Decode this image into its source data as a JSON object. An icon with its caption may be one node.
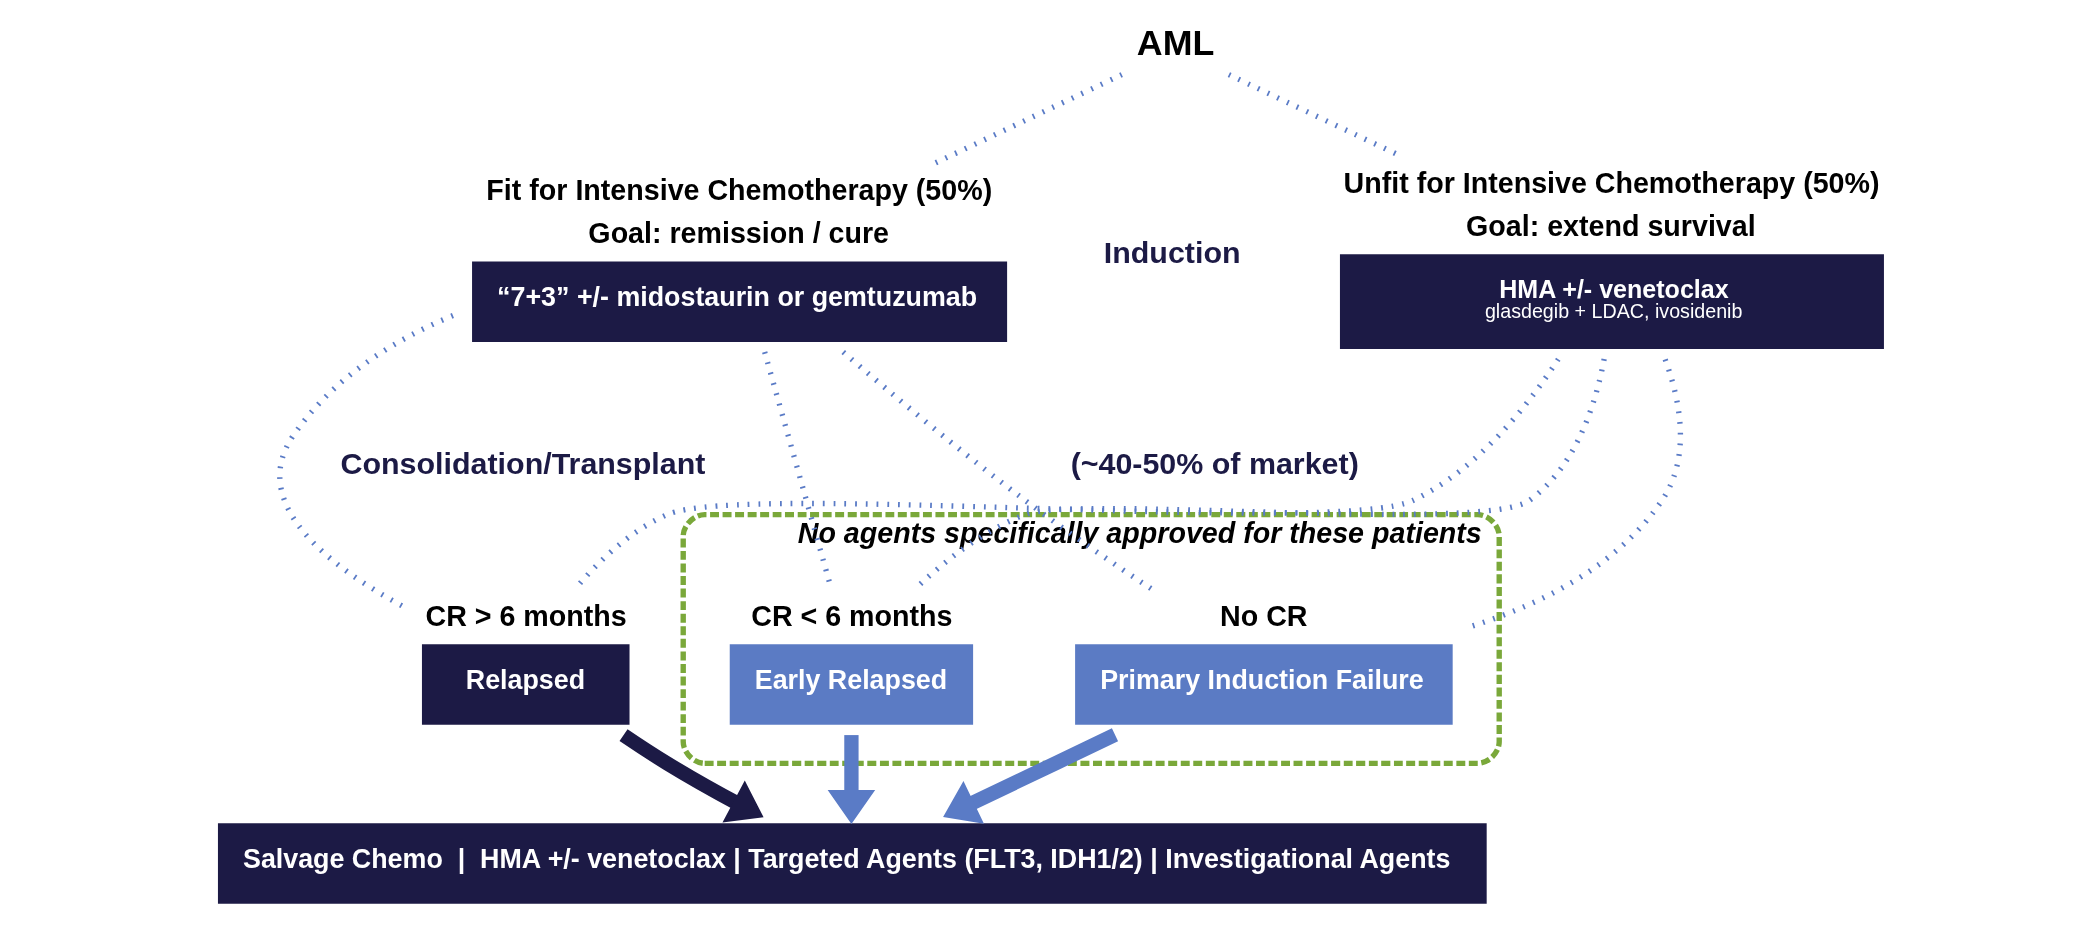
{
  "diagram": {
    "nodes": [
      {
        "text": [
          "AML"
        ]
      },
      {
        "text": [
          "Fit for Intensive Chemotherapy (50%)",
          "Goal: remission / cure",
          "“7+3” +/- midostaurin or gemtuzumab"
        ]
      },
      {
        "text": [
          "Unfit for Intensive Chemotherapy (50%)",
          "Goal: extend survival",
          "HMA +/- venetoclax",
          "glasdegib + LDAC, ivosidenib"
        ]
      },
      {
        "text": [
          "CR > 6 months",
          "Relapsed"
        ]
      },
      {
        "text": [
          "No agents specifically approved for these patients"
        ]
      },
      {
        "text": [
          "CR < 6 months",
          "Early Relapsed"
        ],
        "in": 4
      },
      {
        "text": [
          "No CR",
          "Primary Induction Failure"
        ],
        "in": 4
      },
      {
        "text": [
          "Salvage Chemo  |  HMA +/- venetoclax | Targeted Agents (FLT3, IDH1/2) | Investigational Agents"
        ]
      }
    ],
    "edges": [
      {
        "from": 0,
        "to": 1,
        "arrow": "none",
        "style": "dashed"
      },
      {
        "from": 0,
        "to": 2,
        "arrow": "none",
        "style": "dashed"
      },
      {
        "from": 1,
        "to": 3,
        "arrow": "none",
        "style": "dashed"
      },
      {
        "from": 1,
        "to": 5,
        "arrow": "none",
        "style": "dashed"
      },
      {
        "from": 1,
        "to": 6,
        "arrow": "none",
        "style": "dashed"
      },
      {
        "from": 2,
        "to": 3,
        "arrow": "none",
        "style": "dashed"
      },
      {
        "from": 2,
        "to": 5,
        "arrow": "none",
        "style": "dashed"
      },
      {
        "from": 2,
        "to": 6,
        "arrow": "none",
        "style": "dashed"
      },
      {
        "from": 3,
        "to": 7,
        "arrow": "to",
        "style": "thick",
        "color": "#1c1a45"
      },
      {
        "from": 5,
        "to": 7,
        "arrow": "to",
        "style": "thick"
      },
      {
        "from": 6,
        "to": 7,
        "arrow": "to",
        "style": "thick"
      }
    ],
    "labels": [
      "Induction",
      "Consolidation/Transplant",
      "(~40-50% of market)"
    ]
  }
}
